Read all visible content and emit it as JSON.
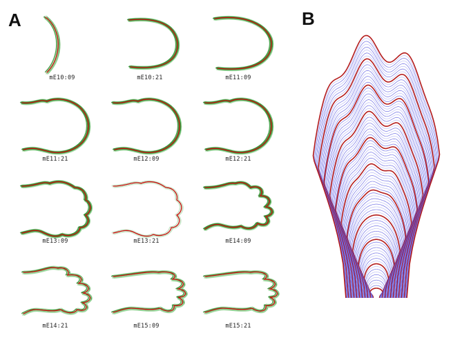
{
  "panels": {
    "a": {
      "letter": "A"
    },
    "b": {
      "letter": "B"
    }
  },
  "stages": [
    {
      "label": "mE10:09",
      "shape": "arc"
    },
    {
      "label": "mE10:21",
      "shape": "u"
    },
    {
      "label": "mE11:09",
      "shape": "u-large"
    },
    {
      "label": "mE11:21",
      "shape": "paddle"
    },
    {
      "label": "mE12:09",
      "shape": "paddle"
    },
    {
      "label": "mE12:21",
      "shape": "paddle"
    },
    {
      "label": "mE13:09",
      "shape": "paddle-bumps"
    },
    {
      "label": "mE13:21",
      "shape": "paddle-bumps"
    },
    {
      "label": "mE14:09",
      "shape": "digits-short"
    },
    {
      "label": "mE14:21",
      "shape": "digits"
    },
    {
      "label": "mE15:09",
      "shape": "digits-long"
    },
    {
      "label": "mE15:21",
      "shape": "digits-long"
    }
  ],
  "colors": {
    "mean_outline": "#cc1111",
    "sample_outlines": "#2e8b2e",
    "sample_outlines_light": "#9ad49a",
    "time_series_blue": "#2a2ad8",
    "time_series_blue_light": "#9a9af0",
    "time_series_red": "#b01010",
    "letter": "#111111"
  }
}
